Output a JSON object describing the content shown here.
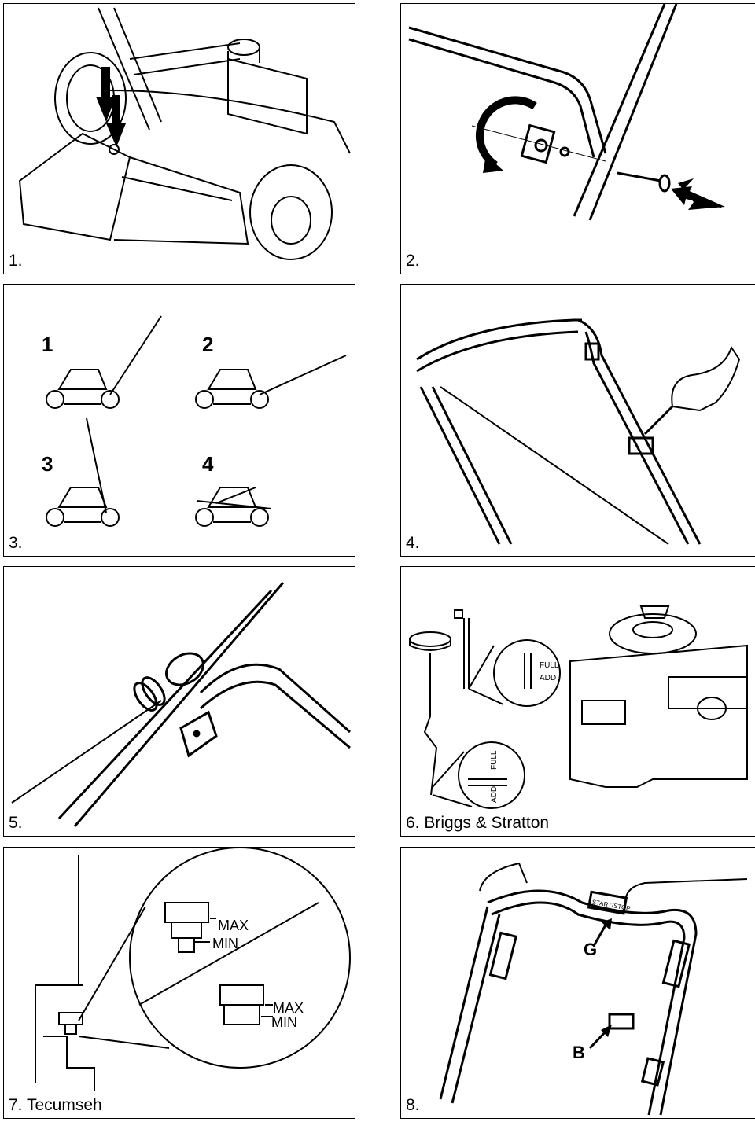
{
  "panels": {
    "p1": {
      "caption": "1."
    },
    "p2": {
      "caption": "2."
    },
    "p3": {
      "caption": "3.",
      "positions": [
        "1",
        "2",
        "3",
        "4"
      ]
    },
    "p4": {
      "caption": "4."
    },
    "p5": {
      "caption": "5."
    },
    "p6": {
      "caption": "6. Briggs & Stratton",
      "dipstick_marks": {
        "full": "FULL",
        "add": "ADD"
      }
    },
    "p7": {
      "caption": "7. Tecumseh",
      "plug_marks": {
        "max": "MAX",
        "min": "MIN"
      }
    },
    "p8": {
      "caption": "8.",
      "labels": {
        "g": "G",
        "b": "B"
      },
      "bar_text": "START/STOP"
    }
  }
}
